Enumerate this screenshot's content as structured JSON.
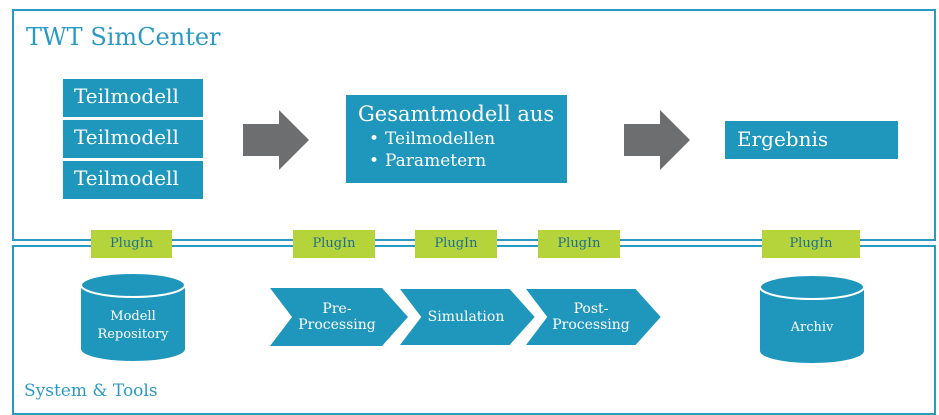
{
  "top_panel": {
    "title": "TWT SimCenter",
    "teilmodelle": [
      "Teilmodell",
      "Teilmodell",
      "Teilmodell"
    ],
    "gesamtmodell": {
      "title": "Gesamtmodell aus",
      "items": [
        "Teilmodellen",
        "Parametern"
      ]
    },
    "ergebnis": "Ergebnis"
  },
  "plugins": [
    "PlugIn",
    "PlugIn",
    "PlugIn",
    "PlugIn",
    "PlugIn"
  ],
  "bottom_panel": {
    "title": "System & Tools",
    "repository": {
      "line1": "Modell",
      "line2": "Repository"
    },
    "process_steps": [
      {
        "line1": "Pre-",
        "line2": "Processing"
      },
      {
        "line1": "Simulation",
        "line2": ""
      },
      {
        "line1": "Post-",
        "line2": "Processing"
      }
    ],
    "archiv": "Archiv"
  },
  "colors": {
    "accent_blue": "#1f97bd",
    "border_blue": "#2a9ac5",
    "plugin_green": "#b5d33a",
    "arrow_gray": "#6d6e70"
  }
}
